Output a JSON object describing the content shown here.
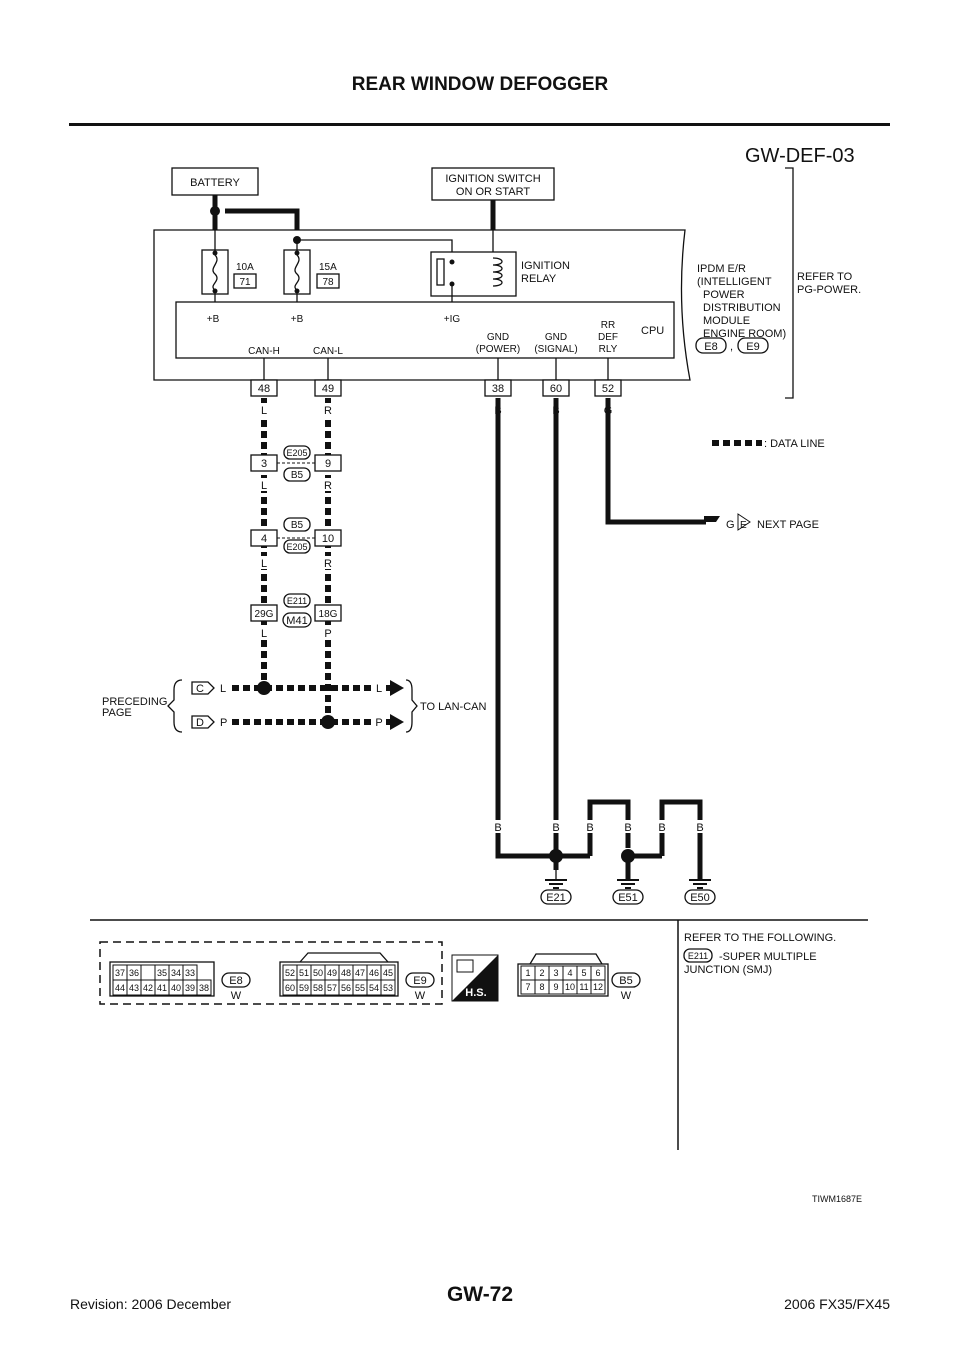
{
  "header": {
    "title": "REAR WINDOW DEFOGGER"
  },
  "footer": {
    "revision": "Revision: 2006 December",
    "page": "GW-72",
    "model": "2006 FX35/FX45"
  },
  "diagram": {
    "code": "GW-DEF-03",
    "battery": "BATTERY",
    "ign_switch_1": "IGNITION SWITCH",
    "ign_switch_2": "ON OR START",
    "fuse1_amp": "10A",
    "fuse1_num": "71",
    "fuse2_amp": "15A",
    "fuse2_num": "78",
    "relay_1": "IGNITION",
    "relay_2": "RELAY",
    "plus_b": "+B",
    "plus_ig": "+IG",
    "can_h": "CAN-H",
    "can_l": "CAN-L",
    "gnd_power_1": "GND",
    "gnd_power_2": "(POWER)",
    "gnd_signal_1": "GND",
    "gnd_signal_2": "(SIGNAL)",
    "rr_1": "RR",
    "rr_2": "DEF",
    "rr_3": "RLY",
    "cpu": "CPU",
    "ipdm_1": "IPDM E/R",
    "ipdm_2": "(INTELLIGENT",
    "ipdm_3": "POWER",
    "ipdm_4": "DISTRIBUTION",
    "ipdm_5": "MODULE",
    "ipdm_6": "ENGINE ROOM)",
    "refer_1": "REFER TO",
    "refer_2": "PG-POWER.",
    "conn_e8": "E8",
    "conn_e9": "E9",
    "comma": ",",
    "pins": {
      "p48": "48",
      "p49": "49",
      "p38": "38",
      "p60": "60",
      "p52": "52"
    },
    "colors": {
      "L": "L",
      "R": "R",
      "B": "B",
      "G": "G",
      "P": "P"
    },
    "joints": {
      "j1_left": "3",
      "j1_right": "9",
      "j1_top": "E205",
      "j1_bot": "B5",
      "j2_left": "4",
      "j2_right": "10",
      "j2_top": "B5",
      "j2_bot": "E205",
      "j3_left": "29G",
      "j3_right": "18G",
      "j3_top": "E211",
      "j3_bot": "M41"
    },
    "data_line": ": DATA LINE",
    "next_g": "G",
    "next_e": "E",
    "next_page": "NEXT PAGE",
    "preceding_1": "PRECEDING",
    "preceding_2": "PAGE",
    "prec_c": "C",
    "prec_d": "D",
    "to_lan": "TO LAN-CAN",
    "grounds": {
      "g1": "E21",
      "g2": "E51",
      "g3": "E50"
    }
  },
  "connectors": {
    "e8_row1": [
      "37",
      "36",
      "",
      "35",
      "34",
      "33"
    ],
    "e8_row2": [
      "44",
      "43",
      "42",
      "41",
      "40",
      "39",
      "38"
    ],
    "e8_label": "E8",
    "e8_color": "W",
    "e9_row1": [
      "52",
      "51",
      "50",
      "49",
      "48",
      "47",
      "46",
      "45"
    ],
    "e9_row2": [
      "60",
      "59",
      "58",
      "57",
      "56",
      "55",
      "54",
      "53"
    ],
    "e9_label": "E9",
    "e9_color": "W",
    "hs_label": "H.S.",
    "b5_row1": [
      "1",
      "2",
      "3",
      "4",
      "5",
      "6"
    ],
    "b5_row2": [
      "7",
      "8",
      "9",
      "10",
      "11",
      "12"
    ],
    "b5_label": "B5",
    "b5_color": "W",
    "refer_following": "REFER TO THE FOLLOWING.",
    "smj_conn": "E211",
    "smj_1": "-SUPER MULTIPLE",
    "smj_2": "JUNCTION (SMJ)"
  },
  "figure_code": "TIWM1687E"
}
